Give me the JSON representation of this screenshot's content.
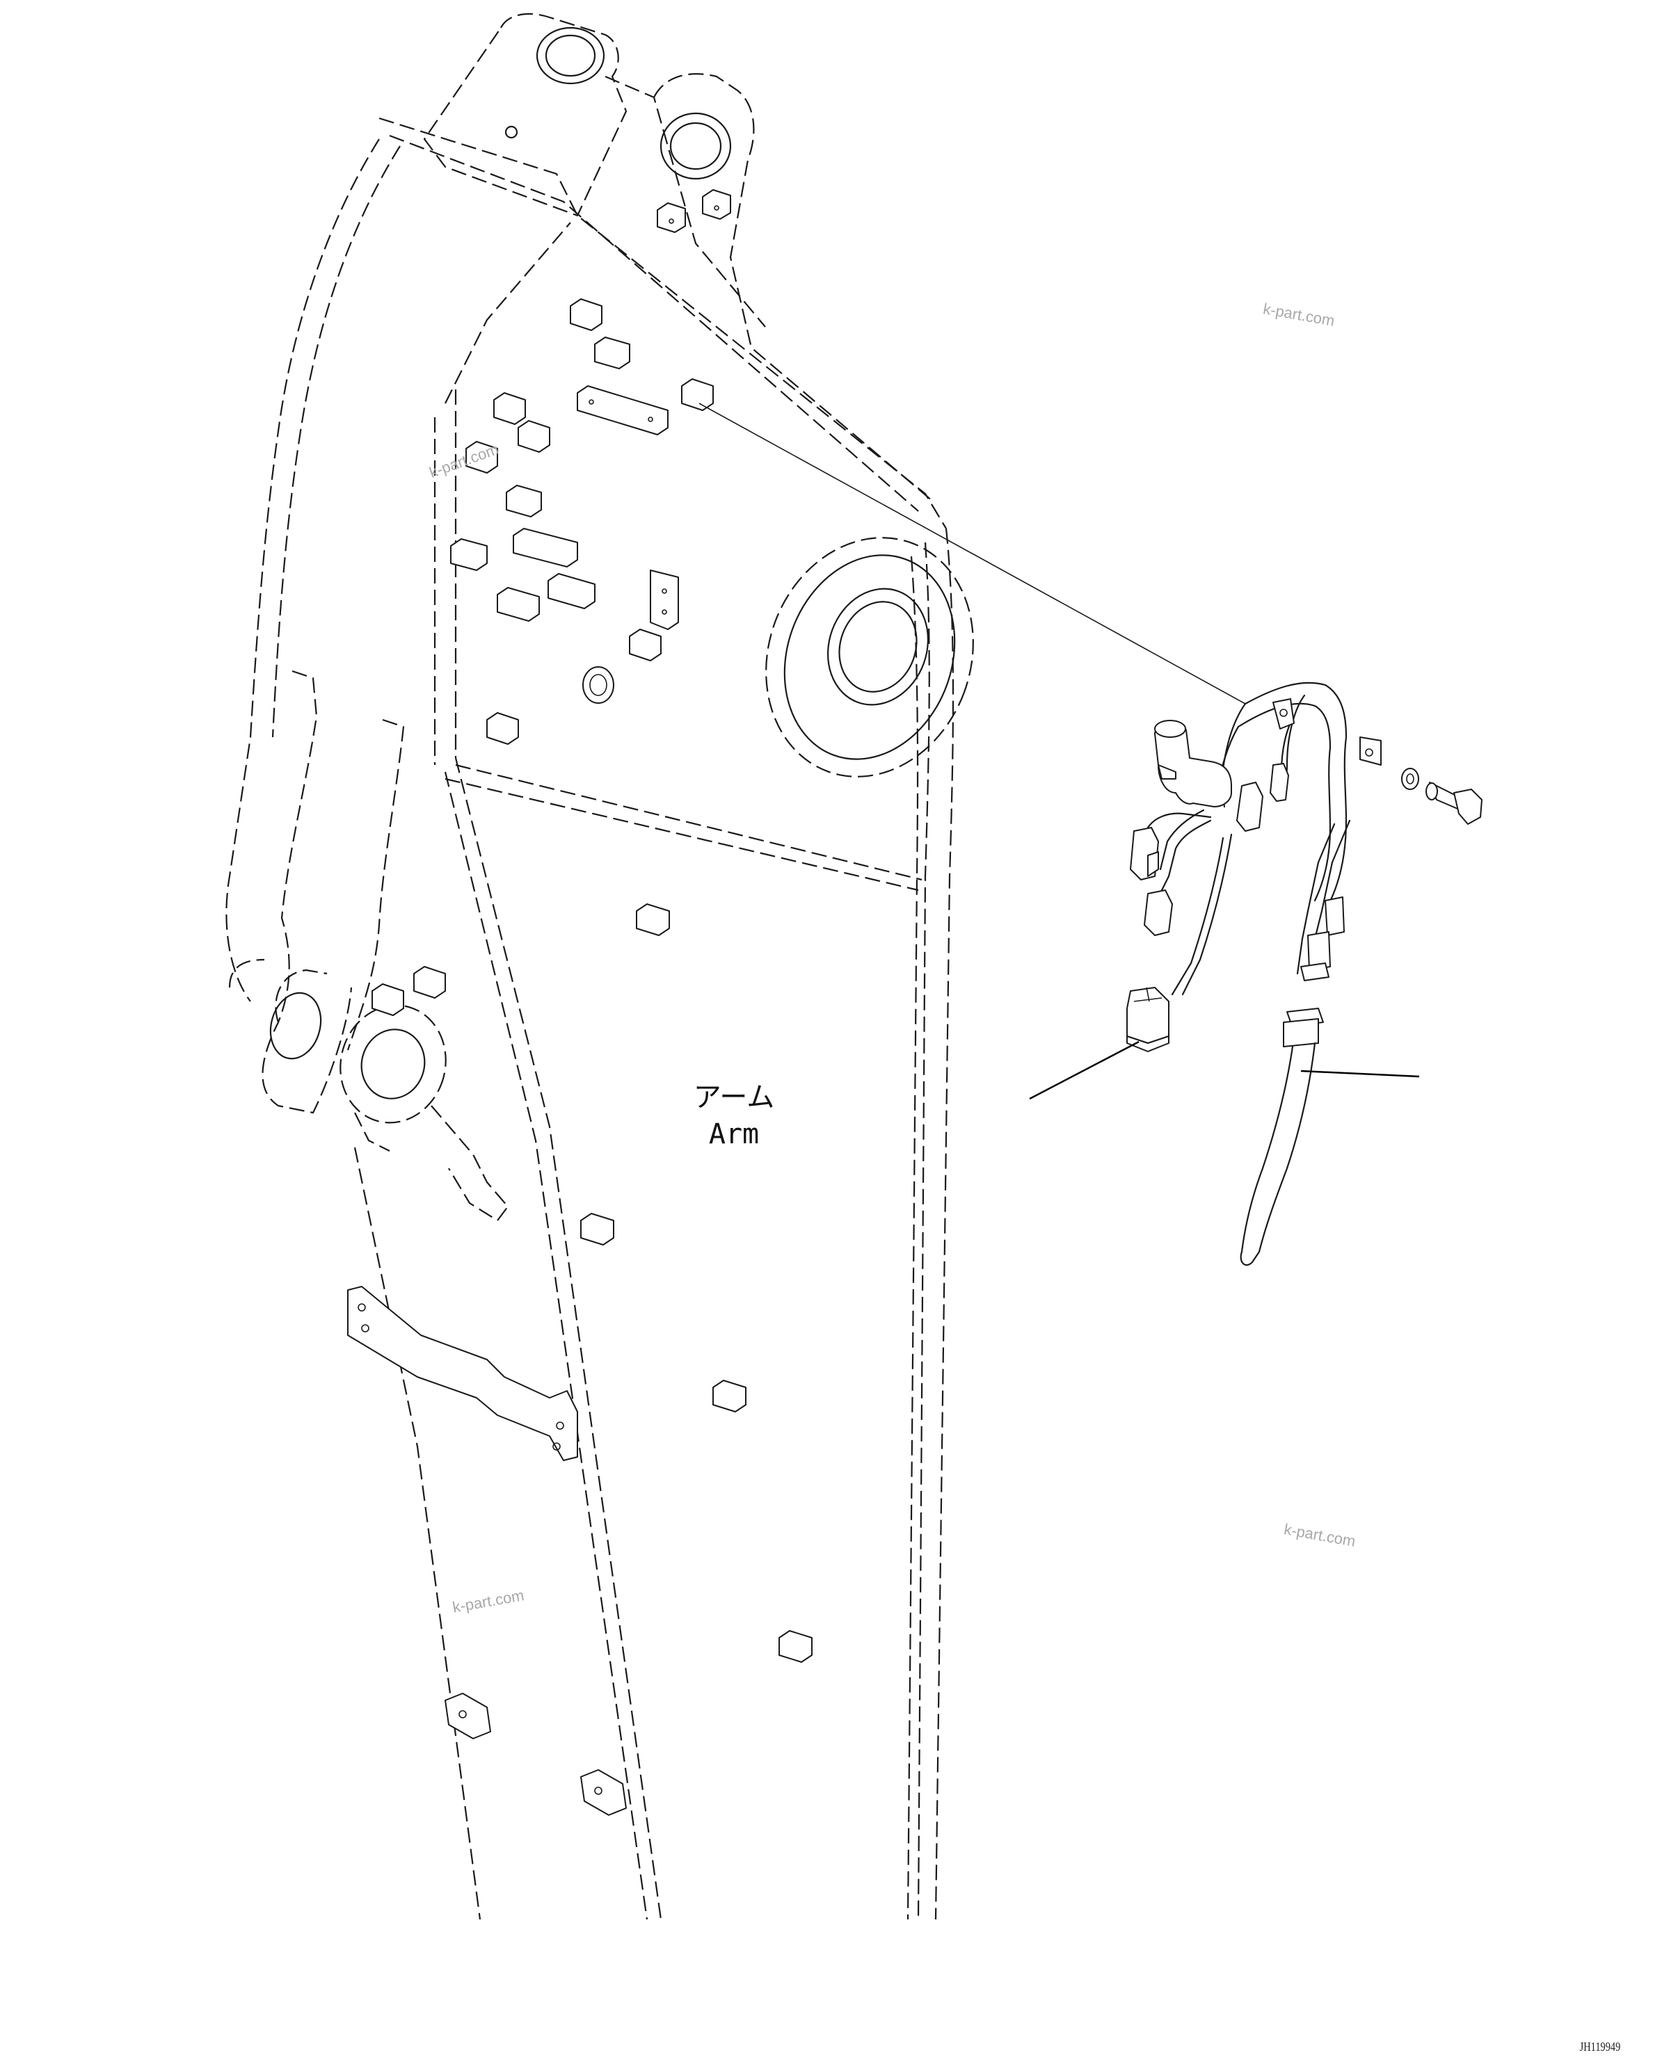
{
  "diagram": {
    "part_label_jp": "アーム",
    "part_label_en": "Arm",
    "watermarks": [
      "k-part.com",
      "k-part.com",
      "k-part.com",
      "k-part.com"
    ],
    "drawing_code": "JH119949"
  }
}
